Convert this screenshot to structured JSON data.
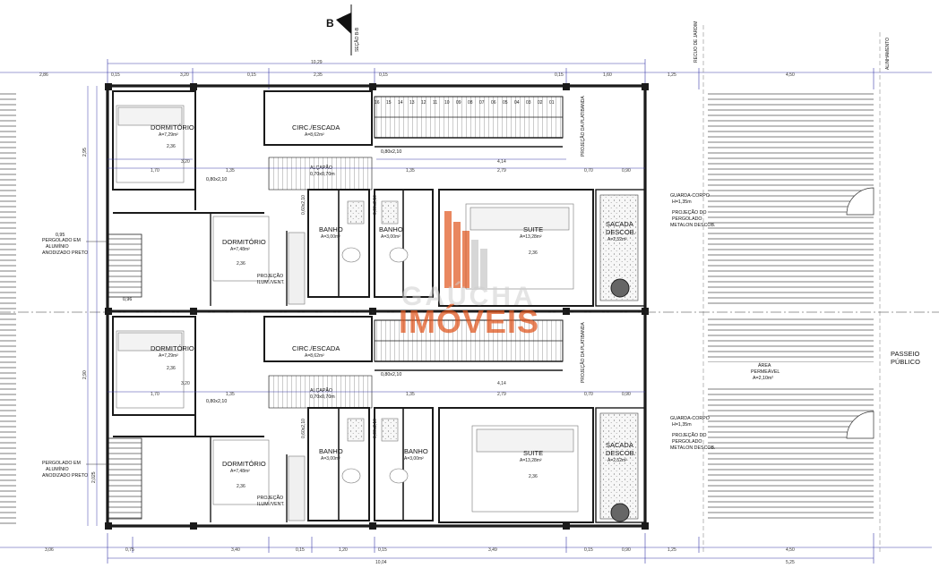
{
  "section_marker": "B",
  "vertical_labels": {
    "top_center": "SEÇÃO B-B",
    "recuo_jardim": "RECUO DE JARDIM",
    "alinhamento": "ALINHAMENTO",
    "projecao_platibanda": "PROJEÇÃO DA PLATIBANDA"
  },
  "rooms": {
    "dormitorio": "DORMITÓRIO",
    "circ_escada": "CIRC./ESCADA",
    "banho": "BANHO",
    "suite": "SUITE",
    "sacada": "SACADA",
    "descob": "DESCOB.",
    "passeio_1": "PASSEIO",
    "passeio_2": "PÚBLICO",
    "area": "ÁREA",
    "permeavel": "PERMEÁVEL"
  },
  "areas": {
    "dorm1": "A=7,29m²",
    "dorm2": "A=7,48m²",
    "circ": "A=8,62m²",
    "banho": "A=3,00m²",
    "suite": "A=13,28m²",
    "sacada": "A=2,52m²",
    "permeavel": "A=2,10m²"
  },
  "level_mark": "2,36",
  "annotations": {
    "pergolado_1": "PERGOLADO EM",
    "pergolado_2": "ALUMÍNIO",
    "pergolado_3": "ANODIZADO PRETO",
    "guarda_1": "GUARDA-CORPO",
    "guarda_2": "H=1,35m",
    "proj_perg_1": "PROJEÇÃO DO",
    "proj_perg_2": "PERGOLADO",
    "proj_perg_3": "METALON DESCOB.",
    "proj_ilum_1": "PROJEÇÃO",
    "proj_ilum_2": "ILUM./VENT.",
    "alcapao_1": "ALÇAPÃO",
    "alcapao_2": "0,70x0,70m",
    "door_080": "0,80x2,10",
    "door_060": "0,60x2,10"
  },
  "dimensions": {
    "top": [
      "2,86",
      "0,15",
      "3,20",
      "0,15",
      "2,35",
      "0,15",
      "0,15",
      "1,60",
      "1,25",
      "4,50"
    ],
    "top_total": "10,29",
    "bottom": [
      "3,06",
      "0,75",
      "3,40",
      "0,15",
      "1,20",
      "0,15",
      "3,49",
      "0,15",
      "0,90",
      "1,25",
      "4,50"
    ],
    "bottom_total": "10,04",
    "bottom_total_right": "5,25",
    "inner_a": [
      "1,70",
      "1,35",
      "1,35",
      "2,79",
      "0,70",
      "0,90"
    ],
    "inner_b": [
      "3,20",
      "4,14"
    ],
    "left_vertical": [
      "2,95",
      "2,90",
      "0,96",
      "0,95",
      "2,025"
    ],
    "stair_steps": [
      "16",
      "15",
      "14",
      "13",
      "12",
      "11",
      "10",
      "09",
      "08",
      "07",
      "06",
      "05",
      "04",
      "03",
      "02",
      "01"
    ]
  },
  "watermark": {
    "line1": "IMÓVEIS",
    "line2": "GAÚCHA"
  },
  "colors": {
    "wall": "#1a1a1a",
    "dimension": "#3a3aa8",
    "watermark_orange": "#e0541b",
    "hatch": "#555555"
  }
}
